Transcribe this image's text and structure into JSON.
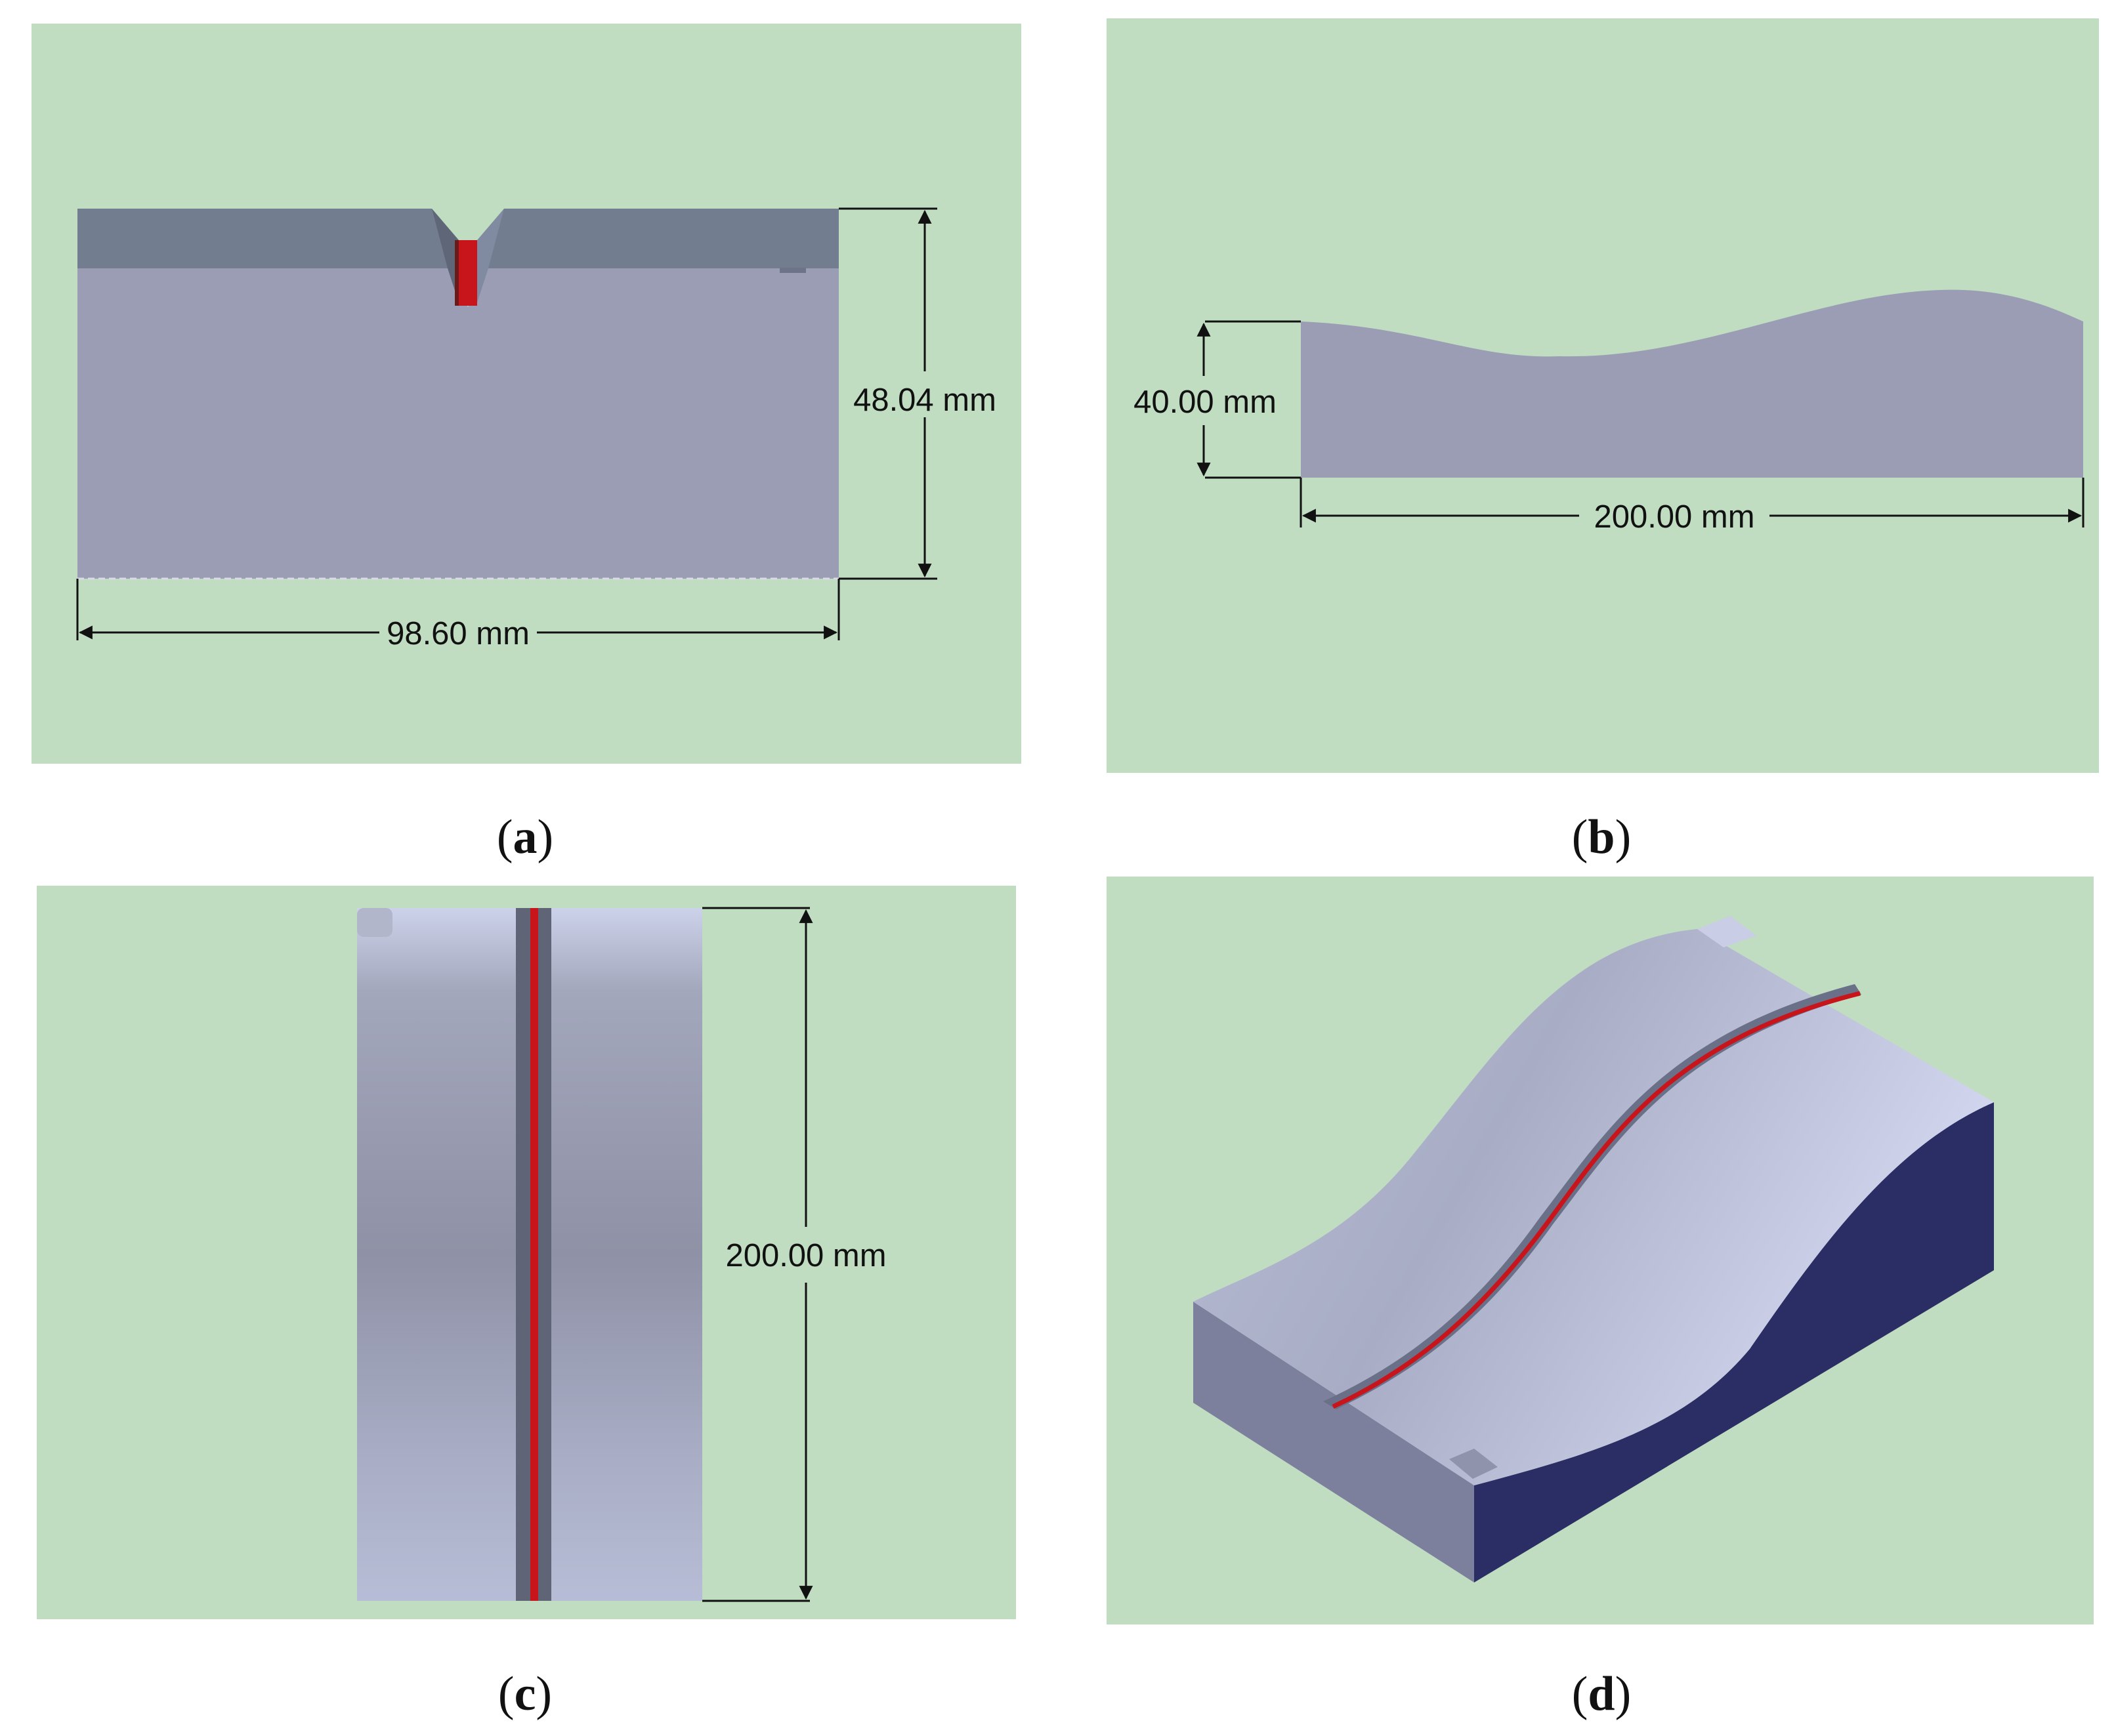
{
  "colors": {
    "background": "#c0dcc1",
    "part": "#9b9db4",
    "part_top": "#727d8f",
    "weld": "#c8141b",
    "dark_side": "#2a2e64"
  },
  "panels": [
    {
      "id": "a",
      "caption_letter": "a",
      "dimensions": {
        "height": "48.04 mm",
        "width": "98.60 mm"
      }
    },
    {
      "id": "b",
      "caption_letter": "b",
      "dimensions": {
        "height": "40.00 mm",
        "width": "200.00 mm"
      }
    },
    {
      "id": "c",
      "caption_letter": "c",
      "dimensions": {
        "length": "200.00 mm"
      }
    },
    {
      "id": "d",
      "caption_letter": "d"
    }
  ]
}
